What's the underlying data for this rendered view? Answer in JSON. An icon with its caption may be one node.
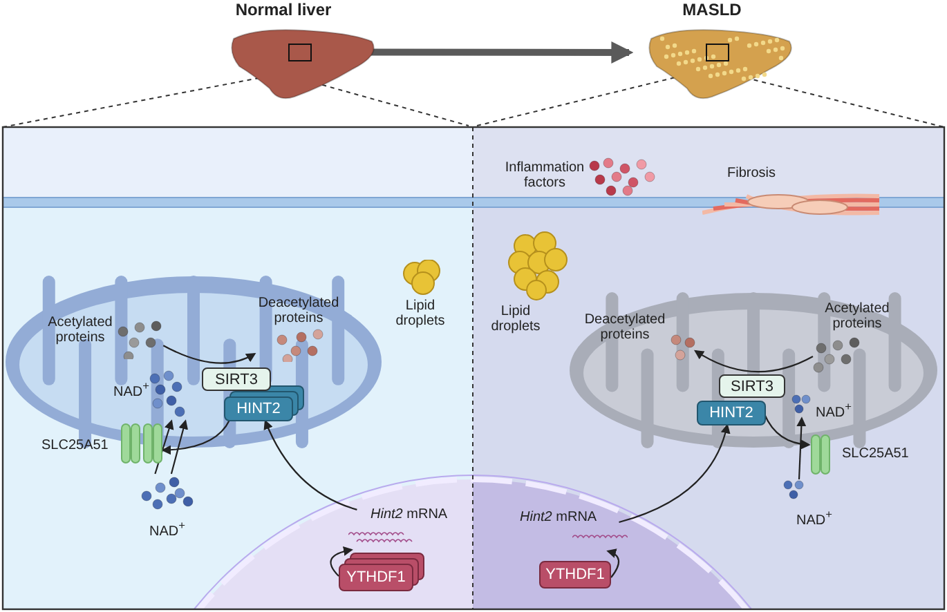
{
  "diagram": {
    "nodes": [
      {
        "text": [
          "Normal liver"
        ]
      },
      {
        "text": [
          "MASLD"
        ]
      },
      {
        "text": [
          "YTHDF1"
        ]
      },
      {
        "text": [
          "*Hint2* mRNA"
        ]
      },
      {
        "text": [
          "HINT2"
        ]
      },
      {
        "text": [
          "SIRT3"
        ]
      },
      {
        "text": [
          "SLC25A51"
        ]
      },
      {
        "text": [
          "NAD$^{+}$"
        ]
      },
      {
        "text": [
          "NAD$^{+}$"
        ]
      },
      {
        "text": [
          "Acetylated proteins"
        ]
      },
      {
        "text": [
          "Deacetylated proteins"
        ]
      },
      {
        "text": [
          "Lipid droplets"
        ]
      },
      {
        "text": [
          "Inflammation factors"
        ]
      },
      {
        "text": [
          "Fibrosis"
        ]
      },
      {
        "text": [
          "Lipid droplets"
        ]
      },
      {
        "text": [
          "Deacetylated proteins"
        ]
      },
      {
        "text": [
          "Acetylated proteins"
        ]
      },
      {
        "text": [
          "SIRT3"
        ]
      },
      {
        "text": [
          "HINT2"
        ]
      },
      {
        "text": [
          "NAD$^{+}$"
        ]
      },
      {
        "text": [
          "SLC25A51"
        ]
      },
      {
        "text": [
          "NAD$^{+}$"
        ]
      },
      {
        "text": [
          "*Hint2* mRNA"
        ]
      },
      {
        "text": [
          "YTHDF1"
        ]
      }
    ],
    "edges": [
      {
        "from": 0,
        "to": 1,
        "arrow": "to",
        "style": "thick",
        "color": "#5a5a5a"
      },
      {
        "from": 2,
        "to": 3,
        "arrow": "to"
      },
      {
        "from": 3,
        "to": 4,
        "arrow": "to"
      },
      {
        "from": 4,
        "to": 6,
        "arrow": "to"
      },
      {
        "from": 7,
        "to": 8,
        "arrow": "to"
      },
      {
        "from": 7,
        "to": 8,
        "arrow": "to"
      },
      {
        "from": 9,
        "to": 10,
        "arrow": "to"
      },
      {
        "from": 23,
        "to": 22,
        "arrow": "to"
      },
      {
        "from": 22,
        "to": 18,
        "arrow": "to"
      },
      {
        "from": 18,
        "to": 20,
        "arrow": "to"
      },
      {
        "from": 21,
        "to": 19,
        "arrow": "to"
      },
      {
        "from": 16,
        "to": 15,
        "arrow": "to"
      }
    ]
  }
}
